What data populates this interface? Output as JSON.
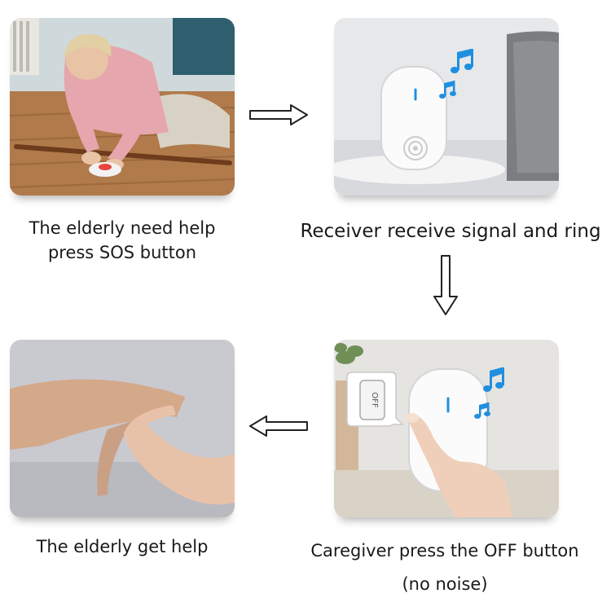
{
  "steps": [
    {
      "caption_line1": "The elderly need help",
      "caption_line2": "press SOS button",
      "image": "elderly-woman-fallen-pressing-sos-button"
    },
    {
      "caption_line1": "Receiver receive signal and ring",
      "image": "receiver-ringing-with-music-notes"
    },
    {
      "caption_line1": "The elderly get help",
      "image": "caregiver-holding-elderly-hand"
    },
    {
      "caption_line1": "Caregiver press the OFF button",
      "caption_line2": "(no noise)",
      "image": "finger-pressing-off-on-receiver",
      "button_label": "OFF"
    }
  ],
  "arrows": [
    "arrow-right-icon",
    "arrow-down-icon",
    "arrow-left-icon"
  ],
  "colors": {
    "sos_red": "#e8453c",
    "note_blue": "#1f8fe0",
    "wood": "#b9875a"
  }
}
